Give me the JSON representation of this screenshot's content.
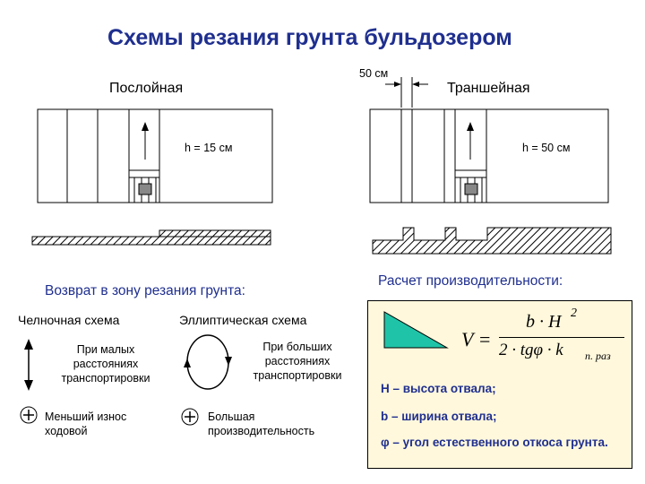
{
  "title": "Схемы резания грунта бульдозером",
  "left_diagram": {
    "label": "Послойная",
    "depth": "h = 15 см"
  },
  "right_diagram": {
    "label": "Траншейная",
    "depth": "h = 50 см",
    "gap": "50 см"
  },
  "return_section": {
    "heading": "Возврат в зону резания грунта:",
    "shuttle": {
      "title": "Челночная схема",
      "condition": "При малых расстояниях транспортировки",
      "advantage": "Меньший износ ходовой"
    },
    "elliptical": {
      "title": "Эллиптическая схема",
      "condition": "При больших расстояниях транспортировки",
      "advantage": "Большая производительность"
    }
  },
  "productivity": {
    "heading": "Расчет производительности:",
    "formula": {
      "lhs": "V",
      "eq": "=",
      "numerator": "b · H",
      "exponent": "2",
      "denominator": "2 · tgφ · k",
      "subscript": "п. раз"
    },
    "defs": [
      "H – высота отвала;",
      "b – ширина отвала;",
      "φ – угол естественного откоса грунта."
    ]
  },
  "colors": {
    "title": "#1f2f8f",
    "triangle": "#1fc4a8",
    "panel": "#fff8dc"
  }
}
